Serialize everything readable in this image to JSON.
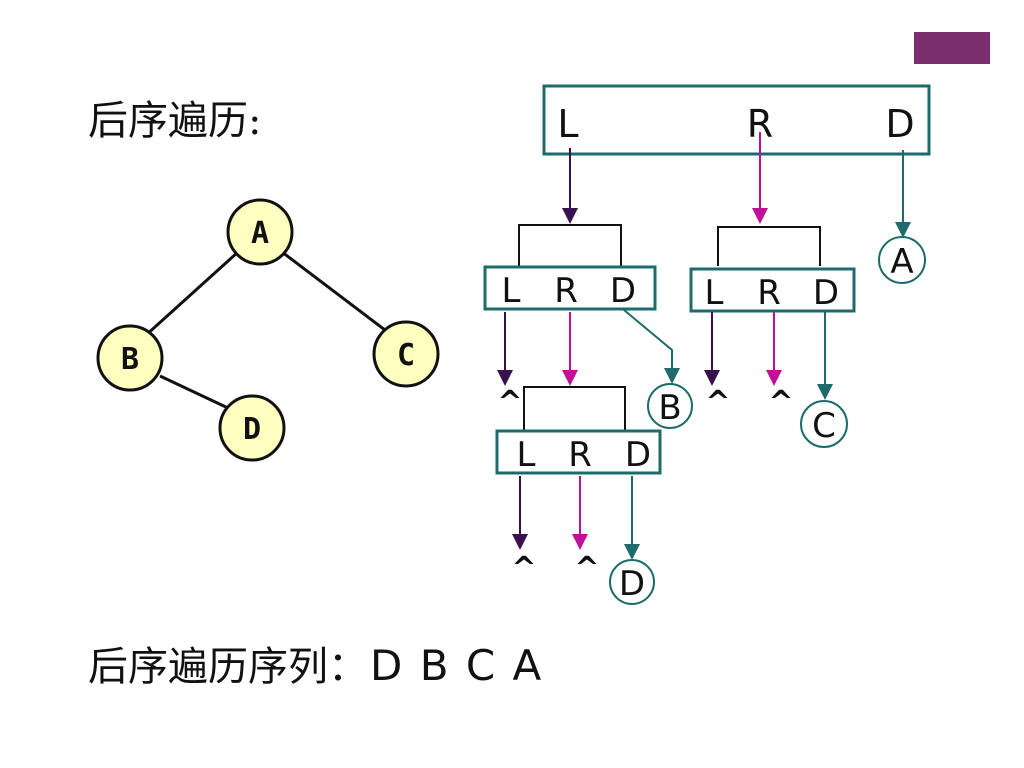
{
  "heading": "后序遍历:",
  "result": {
    "label": "后序遍历序列：",
    "value": "D B C A"
  },
  "tree": {
    "nodes": [
      {
        "id": "A",
        "label": "A"
      },
      {
        "id": "B",
        "label": "B"
      },
      {
        "id": "C",
        "label": "C"
      },
      {
        "id": "D",
        "label": "D"
      }
    ],
    "edges": [
      [
        "A",
        "B"
      ],
      [
        "A",
        "C"
      ],
      [
        "B",
        "D"
      ]
    ]
  },
  "traversal": {
    "top_slots": [
      "L",
      "R",
      "D"
    ],
    "sub_slots": [
      "L",
      "R",
      "D"
    ],
    "null_marker": "^",
    "outputs": [
      "A",
      "B",
      "C",
      "D"
    ]
  },
  "colors": {
    "accent_block": "#7a2e6e",
    "node_fill": "#ffffc0",
    "box_stroke": "#1f6b6b",
    "arrow_left": "#3a1050",
    "arrow_right": "#c0109a",
    "arrow_visit": "#1f6b6b"
  }
}
